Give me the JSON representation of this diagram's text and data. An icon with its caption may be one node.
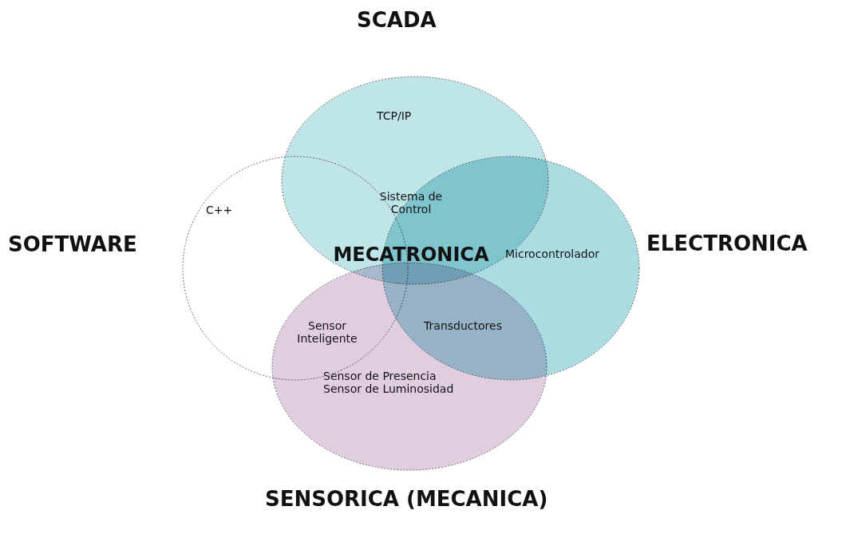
{
  "diagram": {
    "nodes": [
      {
        "text": [
          "SCADA",
          "TCP/IP"
        ]
      },
      {
        "text": [
          "SOFTWARE",
          "C++"
        ]
      },
      {
        "text": [
          "ELECTRONICA",
          "Microcontrolador"
        ]
      },
      {
        "text": [
          "Sensor de Presencia Sensor de Luminosidad",
          "SENSORICA (MECANICA)"
        ]
      }
    ],
    "edges": [],
    "labels": [
      "Sistema de Control",
      "MECATRONICA",
      "Sensor Inteligente",
      "Transductores"
    ]
  }
}
